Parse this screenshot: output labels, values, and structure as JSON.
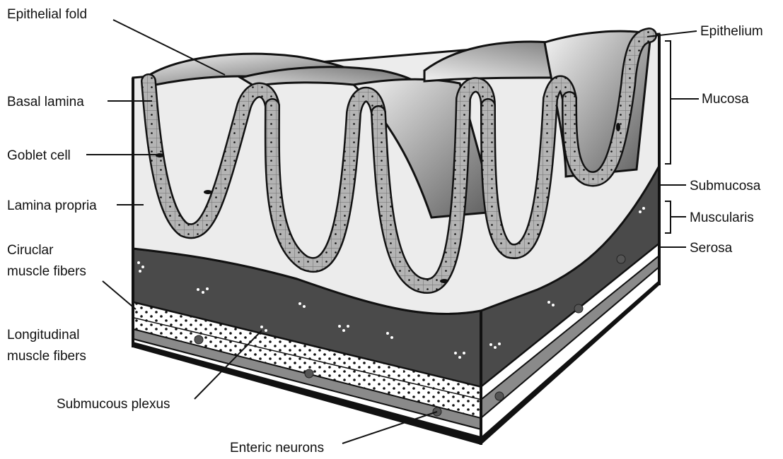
{
  "labels": {
    "epithelial_fold": "Epithelial fold",
    "basal_lamina": "Basal lamina",
    "goblet_cell": "Goblet cell",
    "lamina_propria": "Lamina propria",
    "circular_line1": "Ciruclar",
    "circular_line2": "muscle fibers",
    "longitudinal_line1": "Longitudinal",
    "longitudinal_line2": "muscle fibers",
    "submucous_plexus": "Submucous plexus",
    "enteric_neurons": "Enteric neurons",
    "epithelium": "Epithelium",
    "mucosa": "Mucosa",
    "submucosa": "Submucosa",
    "muscularis": "Muscularis",
    "serosa": "Serosa"
  },
  "colors": {
    "submucosa_fill": "#4a4a4a",
    "lamina_propria_fill": "#ececec",
    "epithelium_fill": "#a9a9a9",
    "muscle_fill": "#8a8a8a",
    "outline": "#111111"
  }
}
